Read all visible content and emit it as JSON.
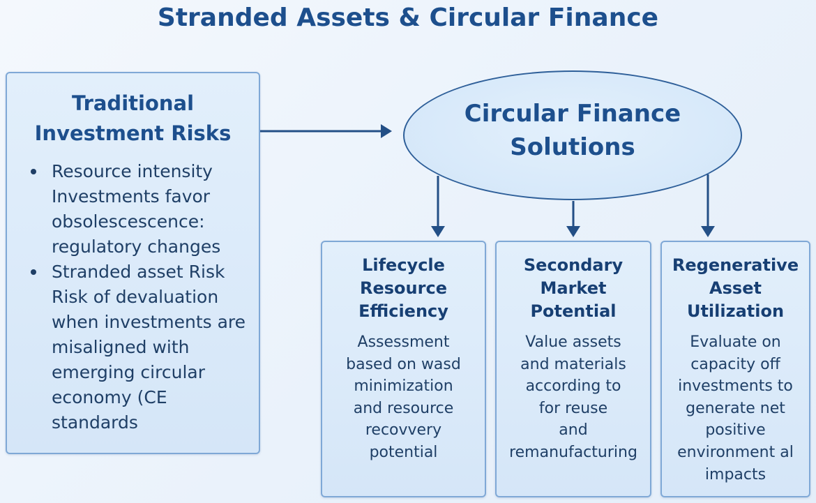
{
  "title": "Stranded Assets & Circular Finance",
  "left_panel": {
    "heading": "Traditional\nInvestment Risks",
    "bullets": [
      "Resource intensity Investments favor obsolescescence: regulatory changes",
      "Stranded asset Risk Risk of devaluation when investments are misaligned with emerging circular economy (CE standards"
    ]
  },
  "center": {
    "label": "Circular Finance\nSolutions"
  },
  "solutions": [
    {
      "heading": "Lifecycle\nResource\nEfficiency",
      "body": "Assessment\nbased on wasd\nminimization\nand resource\nrecovvery\npotential"
    },
    {
      "heading": "Secondary\nMarket\nPotential",
      "body": "Value assets\nand materials\naccording to\nfor reuse\nand\nremanufacturing"
    },
    {
      "heading": "Regenerative\nAsset\nUtilization",
      "body": "Evaluate on\ncapacity off\ninvestments to\ngenerate net\npositive\nenvironment al\nimpacts"
    }
  ],
  "colors": {
    "primary": "#1d4f8d",
    "box_border": "#7fa8d6",
    "box_fill": "#d9e9f9",
    "arrow": "#234f86",
    "body_text": "#1f3f66"
  }
}
